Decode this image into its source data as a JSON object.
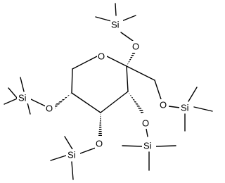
{
  "structure": {
    "ring_oxygen": "O",
    "oxygens": [
      "O",
      "O",
      "O",
      "O",
      "O"
    ],
    "silicons": [
      "Si",
      "Si",
      "Si",
      "Si",
      "Si"
    ]
  }
}
